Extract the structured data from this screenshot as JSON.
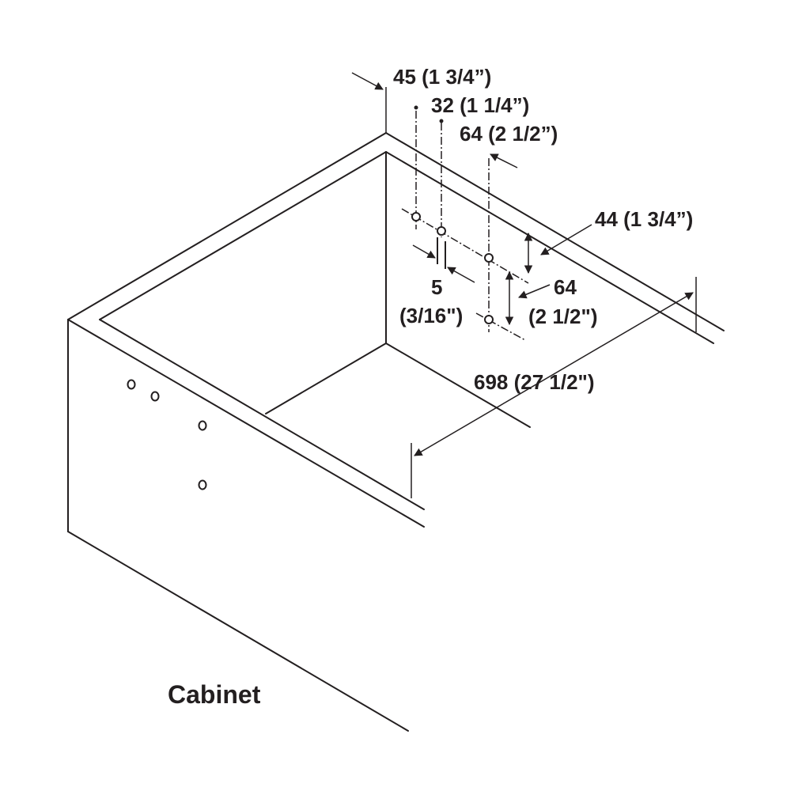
{
  "dimensions": {
    "d45": "45 (1 3/4”)",
    "d32": "32 (1 1/4”)",
    "d64_top": "64 (2 1/2”)",
    "d44": "44 (1 3/4”)",
    "d5_a": "5",
    "d5_b": "(3/16\")",
    "d64_side_a": "64",
    "d64_side_b": "(2 1/2\")",
    "d698": "698 (27 1/2\")"
  },
  "caption": "Cabinet",
  "colors": {
    "ink": "#231f20",
    "background": "#ffffff"
  }
}
